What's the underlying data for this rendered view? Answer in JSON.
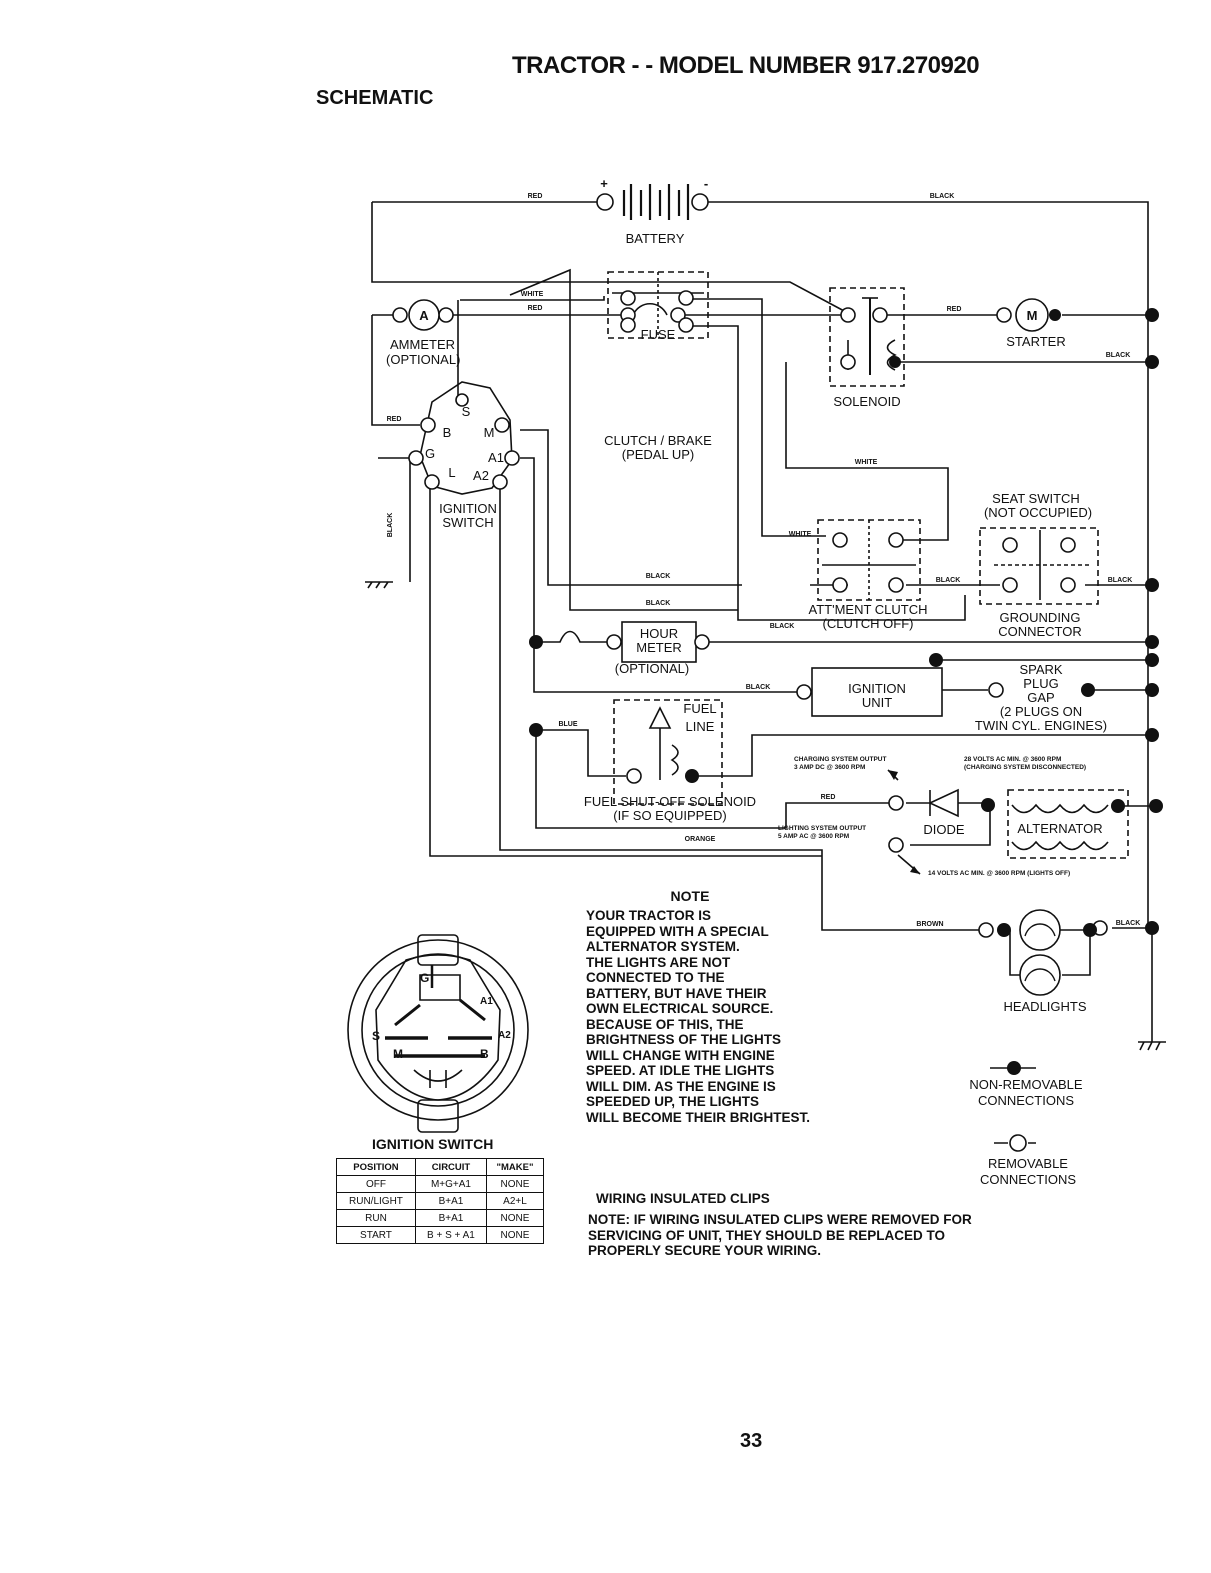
{
  "header": {
    "title": "TRACTOR - - MODEL NUMBER 917.270920",
    "section": "SCHEMATIC"
  },
  "components": {
    "battery": "BATTERY",
    "battery_plus": "+",
    "battery_minus": "-",
    "ammeter_letter": "A",
    "ammeter_line1": "AMMETER",
    "ammeter_line2": "(OPTIONAL)",
    "fuse": "FUSE",
    "solenoid": "SOLENOID",
    "starter_letter": "M",
    "starter": "STARTER",
    "clutch_line1": "CLUTCH / BRAKE",
    "clutch_line2": "(PEDAL UP)",
    "ignition_switch_line1": "IGNITION",
    "ignition_switch_line2": "SWITCH",
    "term_s": "S",
    "term_b": "B",
    "term_m": "M",
    "term_g": "G",
    "term_a1": "A1",
    "term_l": "L",
    "term_a2": "A2",
    "seat_line1": "SEAT SWITCH",
    "seat_line2": "(NOT OCCUPIED)",
    "attment_line1": "ATT'MENT CLUTCH",
    "attment_line2": "(CLUTCH OFF)",
    "grounding_line1": "GROUNDING",
    "grounding_line2": "CONNECTOR",
    "hour_line1": "HOUR",
    "hour_line2": "METER",
    "hour_line3": "(OPTIONAL)",
    "ign_unit_line1": "IGNITION",
    "ign_unit_line2": "UNIT",
    "spark_line1": "SPARK",
    "spark_line2": "PLUG",
    "spark_line3": "GAP",
    "spark_line4": "(2 PLUGS ON",
    "spark_line5": "TWIN CYL. ENGINES)",
    "fuel_line1": "FUEL",
    "fuel_line2": "LINE",
    "fuel_sol_line1": "FUEL SHUT-OFF SOLENOID",
    "fuel_sol_line2": "(IF SO EQUIPPED)",
    "diode": "DIODE",
    "alternator": "ALTERNATOR",
    "charging_line1": "CHARGING SYSTEM OUTPUT",
    "charging_line2": "3 AMP DC @ 3600 RPM",
    "volts28_line1": "28 VOLTS AC MIN. @ 3600 RPM",
    "volts28_line2": "(CHARGING SYSTEM DISCONNECTED)",
    "lighting_line1": "LIGHTING SYSTEM OUTPUT",
    "lighting_line2": "5 AMP AC @ 3600 RPM",
    "volts14": "14 VOLTS AC MIN. @ 3600 RPM (LIGHTS OFF)",
    "headlights": "HEADLIGHTS"
  },
  "wires": {
    "red": "RED",
    "black": "BLACK",
    "white": "WHITE",
    "blue": "BLUE",
    "orange": "ORANGE",
    "brown": "BROWN"
  },
  "legend": {
    "non_removable_line1": "NON-REMOVABLE",
    "non_removable_line2": "CONNECTIONS",
    "removable_line1": "REMOVABLE",
    "removable_line2": "CONNECTIONS"
  },
  "note": {
    "title": "NOTE",
    "lines": [
      "YOUR TRACTOR IS",
      "EQUIPPED WITH A SPECIAL",
      "ALTERNATOR SYSTEM.",
      "THE LIGHTS ARE NOT",
      "CONNECTED TO THE",
      "BATTERY, BUT HAVE THEIR",
      "OWN ELECTRICAL SOURCE.",
      "BECAUSE OF THIS, THE",
      "BRIGHTNESS OF THE LIGHTS",
      "WILL CHANGE WITH ENGINE",
      "SPEED.  AT IDLE THE LIGHTS",
      "WILL DIM.  AS THE ENGINE IS",
      "SPEEDED UP, THE LIGHTS",
      "WILL BECOME THEIR BRIGHTEST."
    ]
  },
  "clips": {
    "title": "WIRING INSULATED CLIPS",
    "lines": [
      "NOTE: IF WIRING INSULATED CLIPS WERE REMOVED FOR",
      "SERVICING OF UNIT, THEY SHOULD BE REPLACED TO",
      "PROPERLY SECURE YOUR WIRING."
    ]
  },
  "ignition_table": {
    "title": "IGNITION SWITCH",
    "face_labels": {
      "g": "G",
      "a1": "A1",
      "s": "S",
      "a2": "A2",
      "m": "M",
      "b": "B"
    },
    "headers": [
      "POSITION",
      "CIRCUIT",
      "\"MAKE\""
    ],
    "rows": [
      [
        "OFF",
        "M+G+A1",
        "NONE"
      ],
      [
        "RUN/LIGHT",
        "B+A1",
        "A2+L"
      ],
      [
        "RUN",
        "B+A1",
        "NONE"
      ],
      [
        "START",
        "B + S + A1",
        "NONE"
      ]
    ]
  },
  "page_number": "33"
}
